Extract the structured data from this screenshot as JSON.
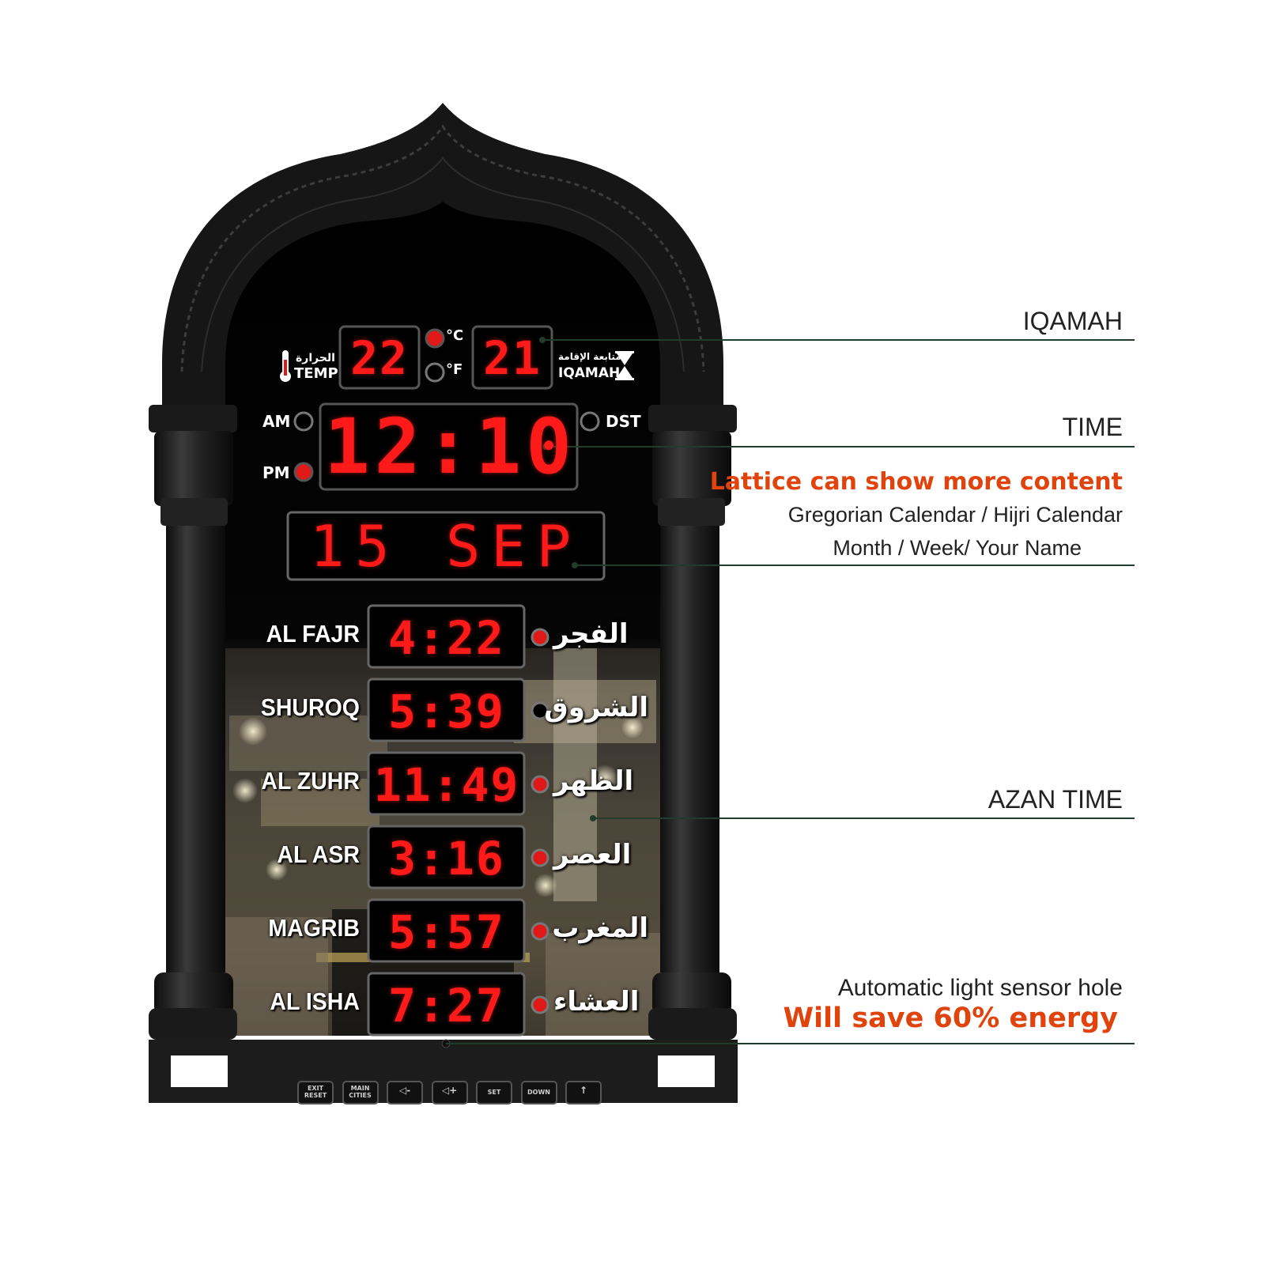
{
  "colors": {
    "led_red": "#ff1a1a",
    "accent_orange": "#e0430c",
    "frame_black": "#1b1b1b",
    "leader_line": "#1f3d2a"
  },
  "display": {
    "temperature": {
      "value": "22",
      "label_ar": "الحرارة",
      "label_en": "TEMP",
      "unit_c": "°C",
      "unit_f": "°F",
      "icon": "thermometer-icon"
    },
    "iqamah": {
      "value": "21",
      "label_ar": "متابعة الإقامة",
      "label_en": "IQAMAH",
      "icon": "hourglass-icon"
    },
    "time": {
      "value": "12:10",
      "am_label": "AM",
      "pm_label": "PM",
      "dst_label": "DST"
    },
    "date": {
      "value": "15 SEP"
    },
    "prayers": [
      {
        "en": "AL FAJR",
        "ar": "الفجر",
        "time": "4:22"
      },
      {
        "en": "SHUROQ",
        "ar": "الشروق",
        "time": "5:39"
      },
      {
        "en": "AL ZUHR",
        "ar": "الظهر",
        "time": "11:49"
      },
      {
        "en": "AL ASR",
        "ar": "العصر",
        "time": "3:16"
      },
      {
        "en": "MAGRIB",
        "ar": "المغرب",
        "time": "5:57"
      },
      {
        "en": "AL ISHA",
        "ar": "العشاء",
        "time": "7:27"
      }
    ]
  },
  "buttons": [
    {
      "label": "EXIT RESET",
      "icon": "exit-reset-icon"
    },
    {
      "label": "MAIN CITIES",
      "icon": ""
    },
    {
      "label": "",
      "icon": "volume-down-icon"
    },
    {
      "label": "",
      "icon": "volume-up-icon"
    },
    {
      "label": "SET",
      "icon": ""
    },
    {
      "label": "DOWN",
      "icon": ""
    },
    {
      "label": "",
      "icon": "up-icon"
    }
  ],
  "annotations": {
    "iqamah": "IQAMAH",
    "time": "TIME",
    "lattice_title": "Lattice can show more content",
    "lattice_line1": "Gregorian Calendar / Hijri Calendar",
    "lattice_line2": "Month / Week/ Your Name",
    "azan": "AZAN TIME",
    "sensor_line1": "Automatic light sensor hole",
    "sensor_line2": "Will save 60% energy"
  }
}
